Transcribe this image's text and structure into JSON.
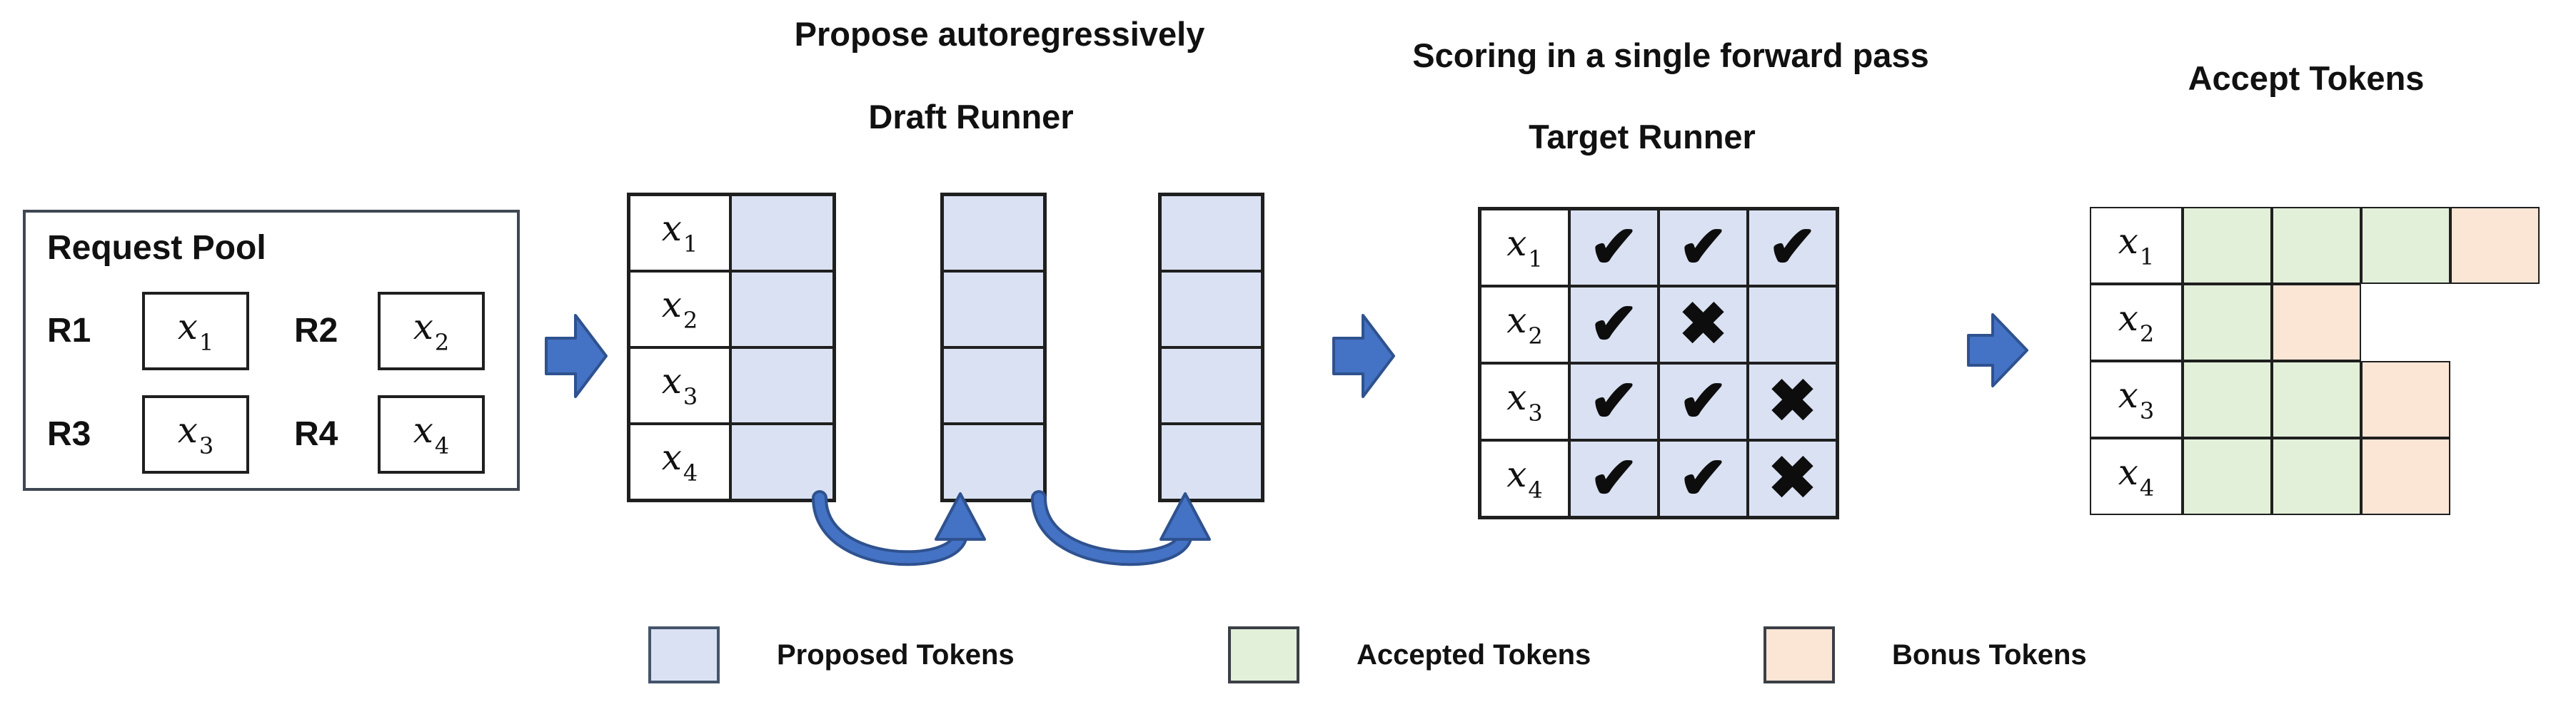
{
  "titles": {
    "propose": "Propose autoregressively",
    "draft_runner": "Draft Runner",
    "scoring": "Scoring in a single forward pass",
    "target_runner": "Target Runner",
    "accept": "Accept Tokens"
  },
  "tokens": [
    {
      "base": "x",
      "sub": "1"
    },
    {
      "base": "x",
      "sub": "2"
    },
    {
      "base": "x",
      "sub": "3"
    },
    {
      "base": "x",
      "sub": "4"
    }
  ],
  "request_pool": {
    "title": "Request Pool",
    "request_ids": [
      "R1",
      "R2",
      "R3",
      "R4"
    ]
  },
  "draft": {
    "proposal_steps": 3,
    "rows": 4
  },
  "target": {
    "rows": [
      {
        "marks": [
          "✔",
          "✔",
          "✔"
        ]
      },
      {
        "marks": [
          "✔",
          "✖",
          ""
        ]
      },
      {
        "marks": [
          "✔",
          "✔",
          "✖"
        ]
      },
      {
        "marks": [
          "✔",
          "✔",
          "✖"
        ]
      }
    ]
  },
  "accept": {
    "rows": [
      {
        "cells": [
          "accepted",
          "accepted",
          "accepted",
          "bonus"
        ]
      },
      {
        "cells": [
          "accepted",
          "bonus"
        ]
      },
      {
        "cells": [
          "accepted",
          "accepted",
          "bonus"
        ]
      },
      {
        "cells": [
          "accepted",
          "accepted",
          "bonus"
        ]
      }
    ]
  },
  "legend": {
    "items": [
      {
        "label": "Proposed Tokens",
        "color": "#d9e1f2"
      },
      {
        "label": "Accepted Tokens",
        "color": "#e2efd9"
      },
      {
        "label": "Bonus Tokens",
        "color": "#fbe5d5"
      }
    ]
  },
  "colors": {
    "proposed": "#d9e1f2",
    "accepted": "#e2efd9",
    "bonus": "#fbe5d5",
    "arrow_fill": "#4472c4",
    "arrow_outline": "#2f528f",
    "grid_border": "#1f1f1f"
  }
}
